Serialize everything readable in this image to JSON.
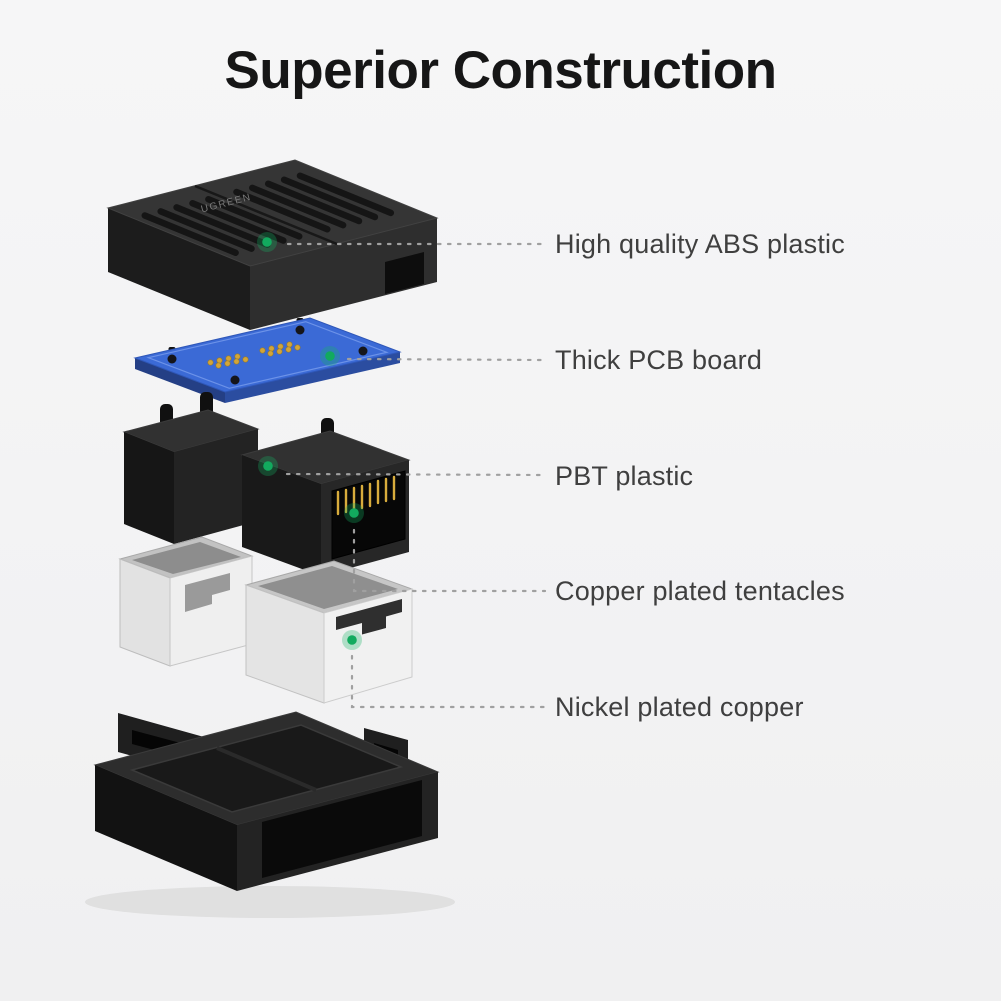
{
  "page": {
    "title": "Superior Construction",
    "background_color": "#f4f4f5"
  },
  "product": {
    "brand_text": "UGREEN"
  },
  "callouts": [
    {
      "label": "High quality ABS plastic"
    },
    {
      "label": "Thick PCB board"
    },
    {
      "label": "PBT plastic"
    },
    {
      "label": "Copper plated tentacles"
    },
    {
      "label": "Nickel plated copper"
    }
  ],
  "colors": {
    "marker_green": "#15b264",
    "pcb_blue": "#3b6ad6",
    "contact_gold": "#d2a53a",
    "plastic_black": "#262626",
    "metal_silver": "#ededed",
    "leader_line_gray": "#a0a0a0",
    "label_text": "#3f3f3f",
    "title_text": "#161616"
  }
}
